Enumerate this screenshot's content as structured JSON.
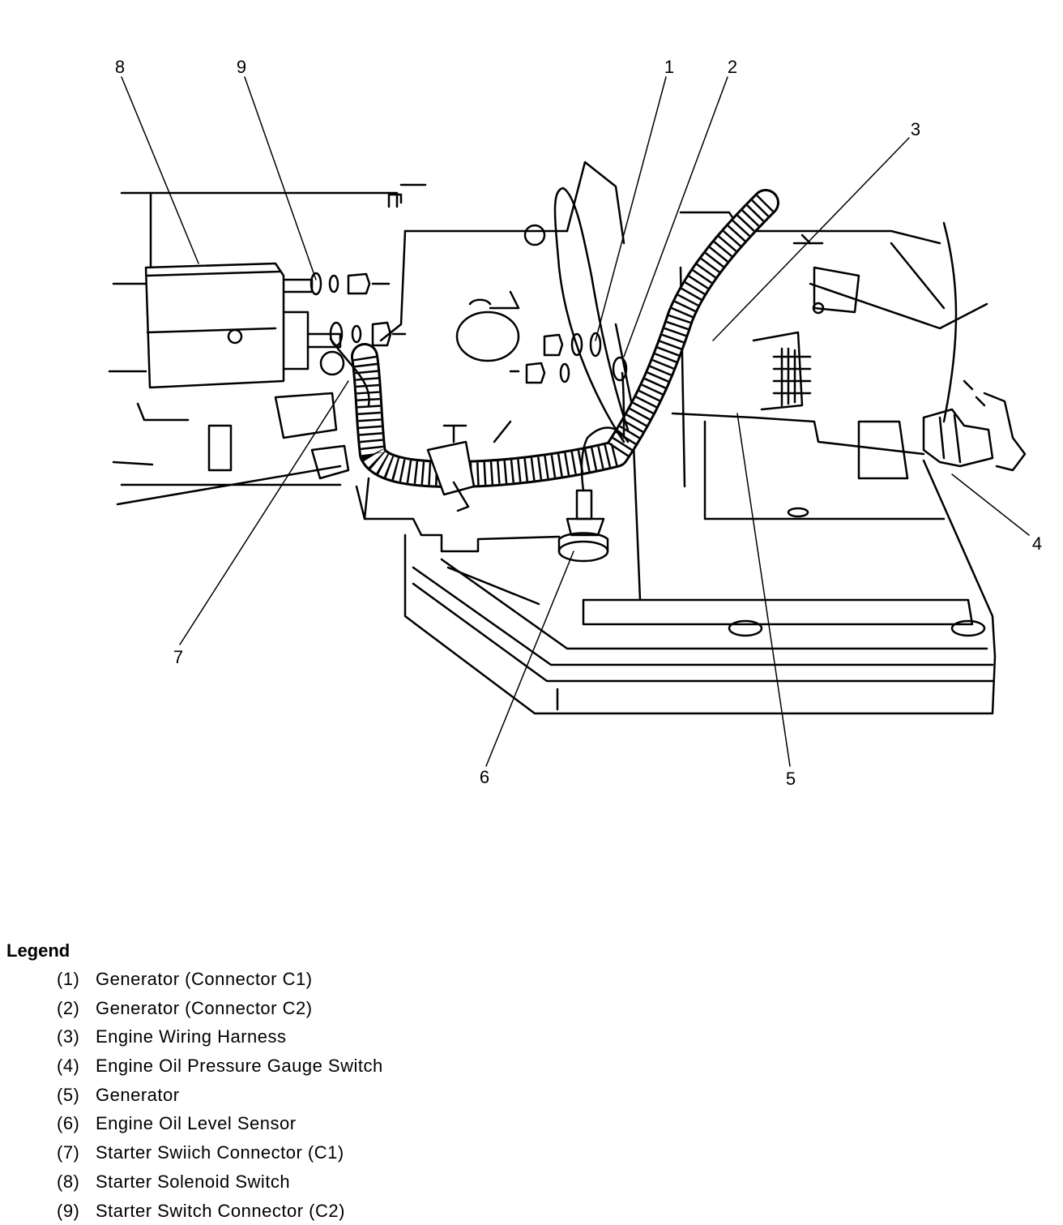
{
  "callouts": [
    {
      "id": "1",
      "label": "1"
    },
    {
      "id": "2",
      "label": "2"
    },
    {
      "id": "3",
      "label": "3"
    },
    {
      "id": "4",
      "label": "4"
    },
    {
      "id": "5",
      "label": "5"
    },
    {
      "id": "6",
      "label": "6"
    },
    {
      "id": "7",
      "label": "7"
    },
    {
      "id": "8",
      "label": "8"
    },
    {
      "id": "9",
      "label": "9"
    }
  ],
  "legend": {
    "title": "Legend",
    "items": [
      {
        "num": "(1)",
        "text": "Generator (Connector C1)"
      },
      {
        "num": "(2)",
        "text": "Generator (Connector C2)"
      },
      {
        "num": "(3)",
        "text": "Engine Wiring Harness"
      },
      {
        "num": "(4)",
        "text": "Engine Oil Pressure Gauge Switch"
      },
      {
        "num": "(5)",
        "text": "Generator"
      },
      {
        "num": "(6)",
        "text": "Engine Oil Level Sensor"
      },
      {
        "num": "(7)",
        "text": "Starter Swiich Connector (C1)"
      },
      {
        "num": "(8)",
        "text": "Starter Solenoid Switch"
      },
      {
        "num": "(9)",
        "text": "Starter Switch Connector (C2)"
      }
    ]
  }
}
